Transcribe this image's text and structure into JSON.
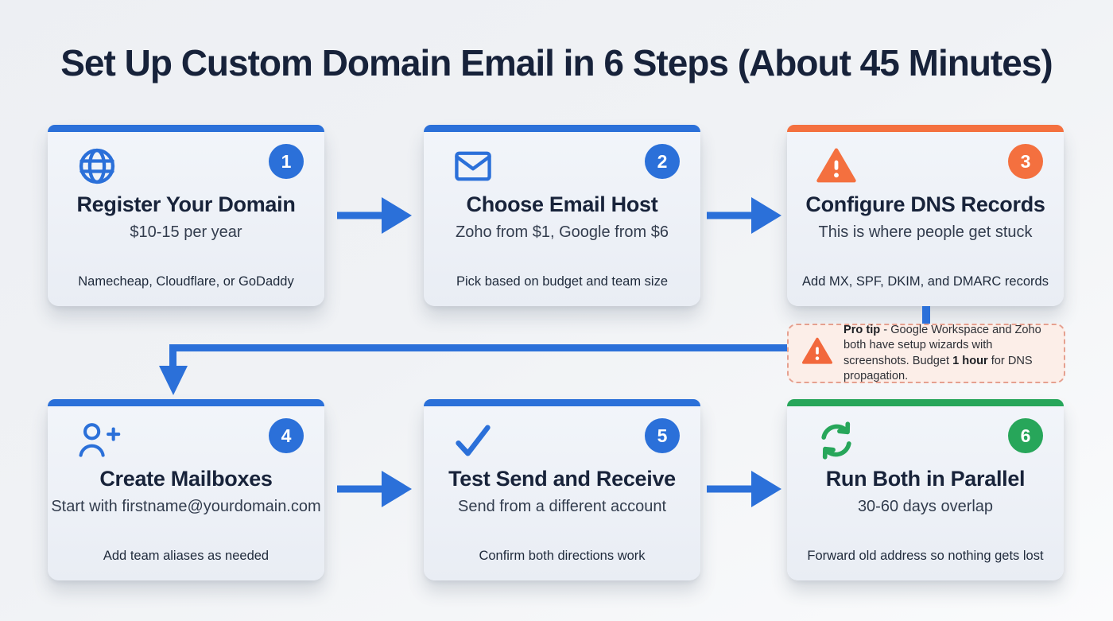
{
  "page": {
    "title": "Set Up Custom Domain Email in 6 Steps (About 45 Minutes)"
  },
  "colors": {
    "accent_blue": "#2b70d9",
    "accent_orange": "#f4703f",
    "accent_green": "#27a65a",
    "arrow_blue": "#2b70d9",
    "card_bg": "#edf1f7",
    "page_bg": "#eef0f3",
    "title_navy": "#17223a",
    "protip_bg": "#fceee8",
    "protip_border": "#e5a08f"
  },
  "steps": [
    {
      "number": "1",
      "icon": "globe-icon",
      "accent": "blue",
      "title": "Register Your Domain",
      "subtitle": "$10-15 per year",
      "footer": "Namecheap, Cloudflare, or GoDaddy"
    },
    {
      "number": "2",
      "icon": "envelope-icon",
      "accent": "blue",
      "title": "Choose Email Host",
      "subtitle": "Zoho from $1, Google from $6",
      "footer": "Pick based on budget and team size"
    },
    {
      "number": "3",
      "icon": "warning-icon",
      "accent": "orange",
      "title": "Configure DNS Records",
      "subtitle": "This is where people get stuck",
      "footer": "Add MX, SPF, DKIM, and DMARC records"
    },
    {
      "number": "4",
      "icon": "person-plus-icon",
      "accent": "blue",
      "title": "Create Mailboxes",
      "subtitle": "Start with firstname@yourdomain.com",
      "footer": "Add team aliases as needed"
    },
    {
      "number": "5",
      "icon": "check-icon",
      "accent": "blue",
      "title": "Test Send and Receive",
      "subtitle": "Send from a different account",
      "footer": "Confirm both directions work"
    },
    {
      "number": "6",
      "icon": "sync-icon",
      "accent": "green",
      "title": "Run Both in Parallel",
      "subtitle": "30-60 days overlap",
      "footer": "Forward old address so nothing gets lost"
    }
  ],
  "protip": {
    "label": "Pro tip",
    "seg1": " - Google Workspace and Zoho both have setup wizards with screenshots. Budget ",
    "bold1": "1 hour",
    "seg2": " for DNS propagation."
  }
}
